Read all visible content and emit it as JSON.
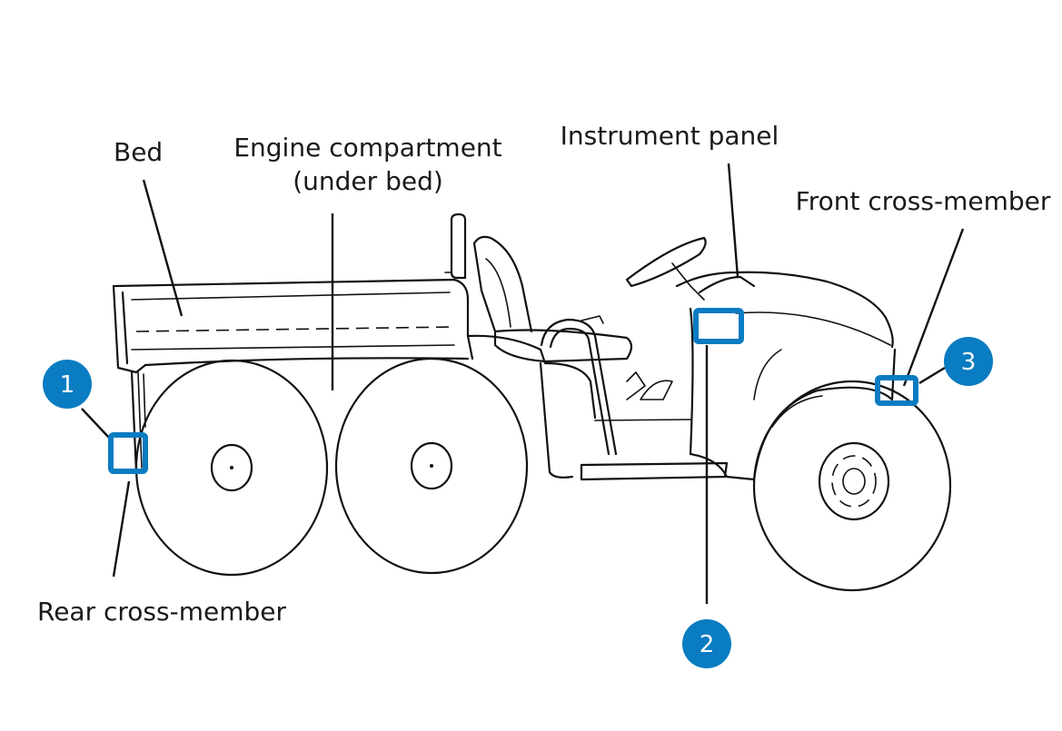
{
  "labels": {
    "bed": "Bed",
    "engine_line1": "Engine compartment",
    "engine_line2": "(under bed)",
    "instrument_panel": "Instrument panel",
    "front_cross_member": "Front cross-member",
    "rear_cross_member": "Rear cross-member"
  },
  "markers": [
    {
      "number": "1"
    },
    {
      "number": "2"
    },
    {
      "number": "3"
    }
  ],
  "colors": {
    "accent": "#0a7cc1",
    "ink": "#111111",
    "background": "#ffffff"
  }
}
